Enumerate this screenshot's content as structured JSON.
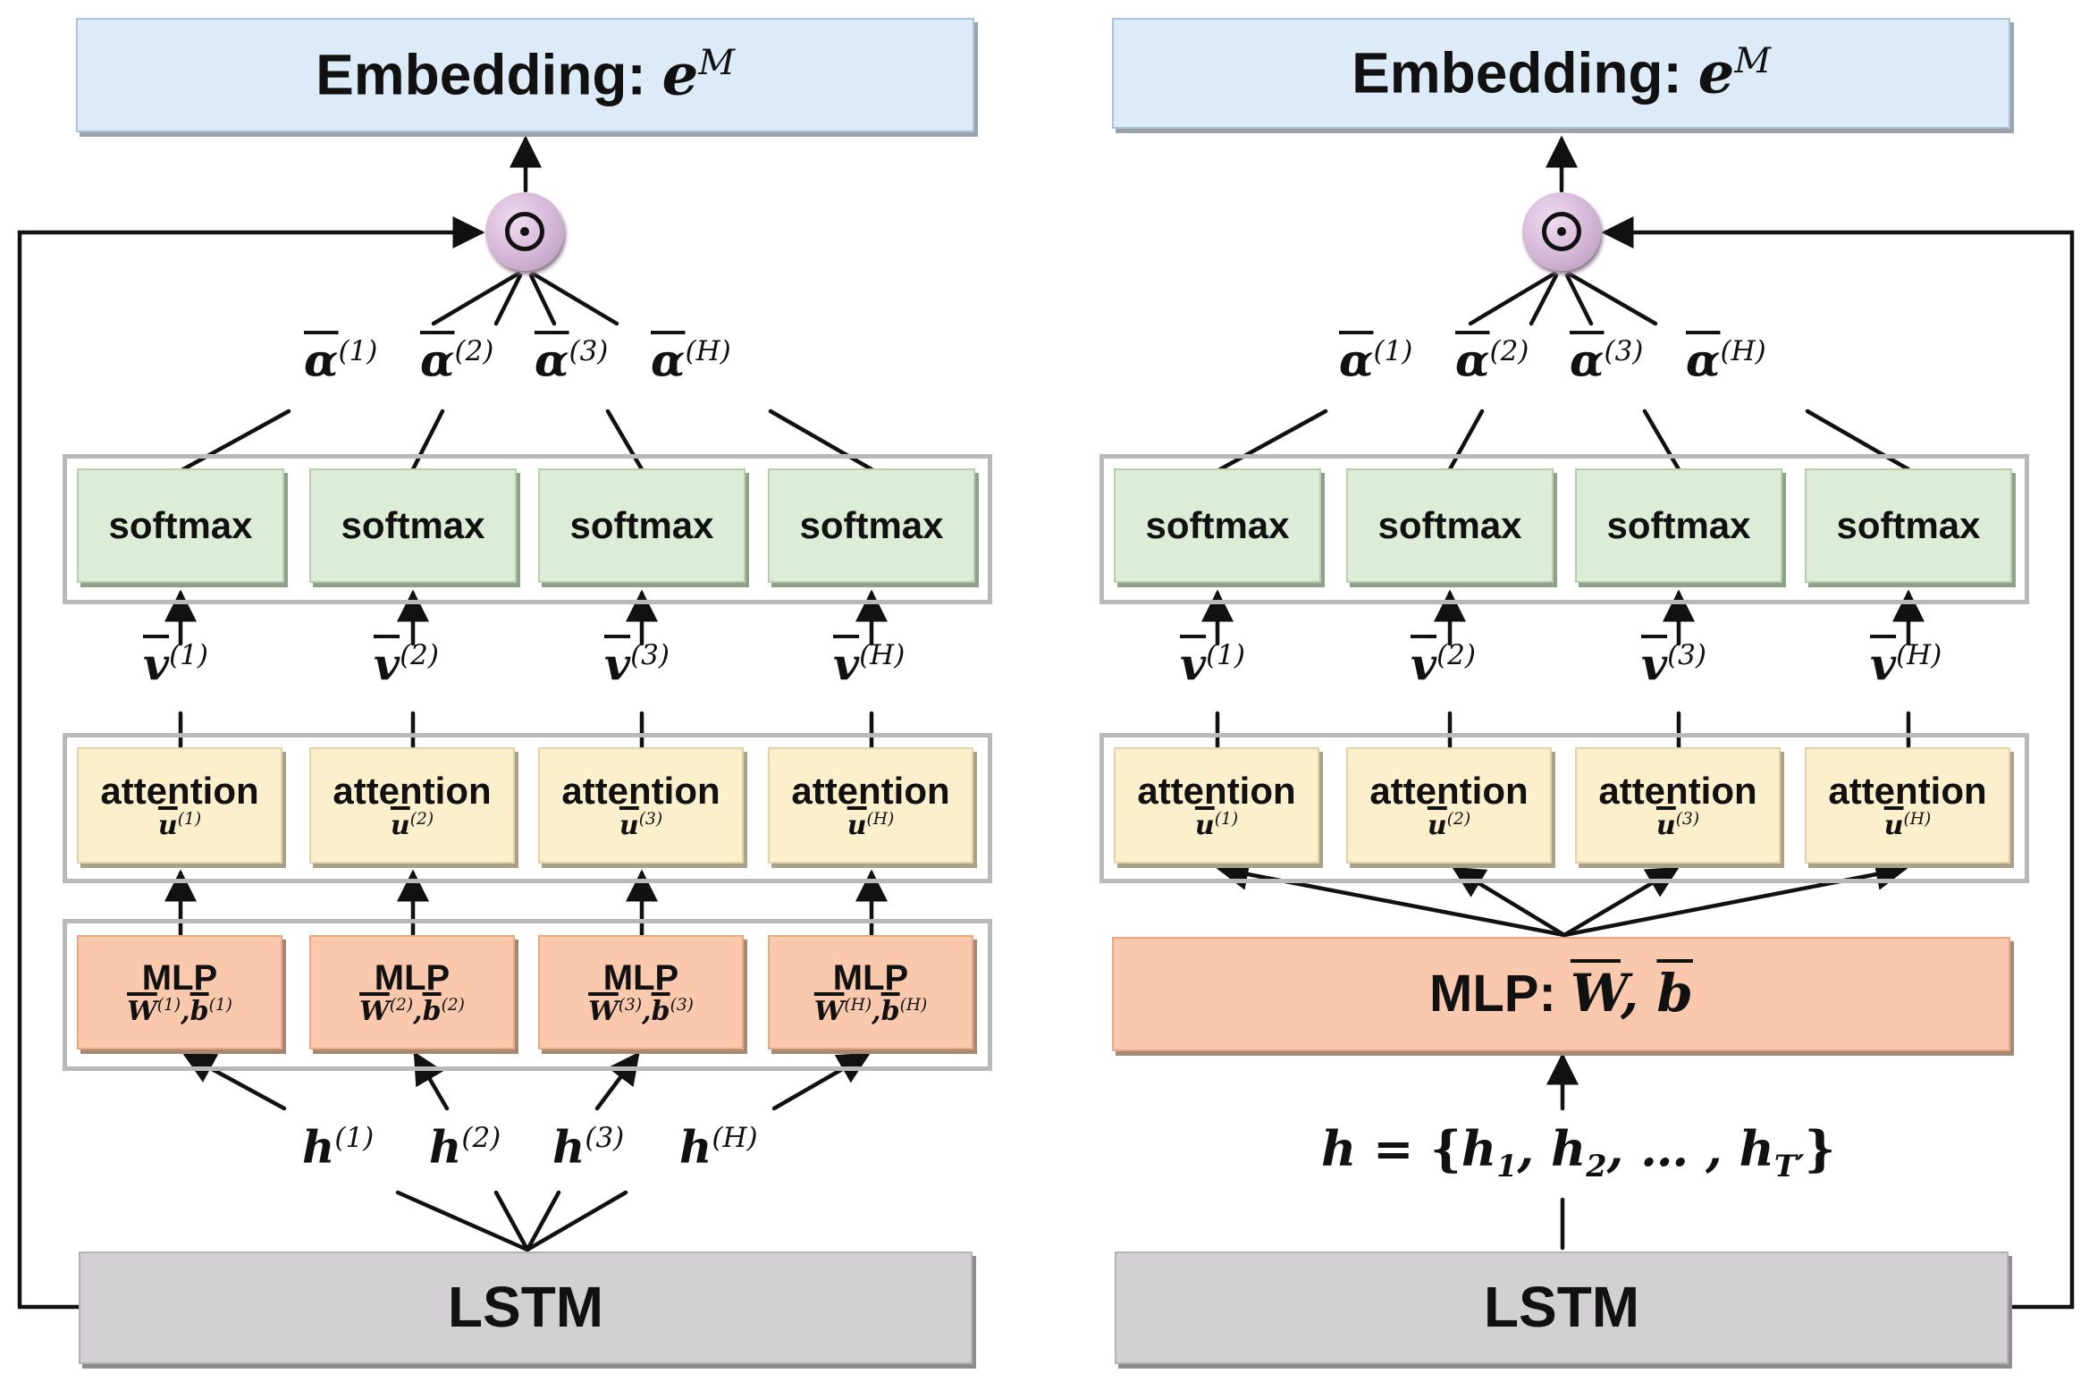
{
  "left": {
    "embedding": {
      "text": "Embedding: ",
      "var": "e",
      "sup": "M"
    },
    "lstm": "LSTM",
    "softmax": [
      "softmax",
      "softmax",
      "softmax",
      "softmax"
    ],
    "attention_label": "attention",
    "attention_vars": [
      {
        "var": "u",
        "sup": "(1)"
      },
      {
        "var": "u",
        "sup": "(2)"
      },
      {
        "var": "u",
        "sup": "(3)"
      },
      {
        "var": "u",
        "sup": "(H)"
      }
    ],
    "mlp_label": "MLP",
    "mlp_params": [
      {
        "w": "W",
        "b": "b",
        "sup": "(1)",
        "sep": ","
      },
      {
        "w": "W",
        "b": "b",
        "sup": "(2)",
        "sep": ","
      },
      {
        "w": "W",
        "b": "b",
        "sup": "(3)",
        "sep": ","
      },
      {
        "w": "W",
        "b": "b",
        "sup": "(H)",
        "sep": ","
      }
    ],
    "alpha": [
      {
        "var": "α",
        "sup": "(1)"
      },
      {
        "var": "α",
        "sup": "(2)"
      },
      {
        "var": "α",
        "sup": "(3)"
      },
      {
        "var": "α",
        "sup": "(H)"
      }
    ],
    "v": [
      {
        "var": "v",
        "sup": "(1)"
      },
      {
        "var": "v",
        "sup": "(2)"
      },
      {
        "var": "v",
        "sup": "(3)"
      },
      {
        "var": "v",
        "sup": "(H)"
      }
    ],
    "h": [
      {
        "var": "h",
        "sup": "(1)"
      },
      {
        "var": "h",
        "sup": "(2)"
      },
      {
        "var": "h",
        "sup": "(3)"
      },
      {
        "var": "h",
        "sup": "(H)"
      }
    ]
  },
  "right": {
    "embedding": {
      "text": "Embedding: ",
      "var": "e",
      "sup": "M"
    },
    "lstm": "LSTM",
    "softmax": [
      "softmax",
      "softmax",
      "softmax",
      "softmax"
    ],
    "attention_label": "attention",
    "attention_vars": [
      {
        "var": "u",
        "sup": "(1)"
      },
      {
        "var": "u",
        "sup": "(2)"
      },
      {
        "var": "u",
        "sup": "(3)"
      },
      {
        "var": "u",
        "sup": "(H)"
      }
    ],
    "mlp": {
      "text": "MLP: ",
      "w": "W",
      "sep": ", ",
      "b": "b"
    },
    "alpha": [
      {
        "var": "α",
        "sup": "(1)"
      },
      {
        "var": "α",
        "sup": "(2)"
      },
      {
        "var": "α",
        "sup": "(3)"
      },
      {
        "var": "α",
        "sup": "(H)"
      }
    ],
    "v": [
      {
        "var": "v",
        "sup": "(1)"
      },
      {
        "var": "v",
        "sup": "(2)"
      },
      {
        "var": "v",
        "sup": "(3)"
      },
      {
        "var": "v",
        "sup": "(H)"
      }
    ],
    "h_seq": {
      "lhs": "h",
      "eq": " = {",
      "h": "h",
      "sub1": "1",
      "c1": ", ",
      "sub2": "2",
      "c2": ", … , ",
      "subT": "T′",
      "close": "}"
    }
  },
  "colors": {
    "embedding": "#dcebf7",
    "softmax": "#dcecd6",
    "attention": "#fcefcb",
    "mlp": "#fac9ad",
    "lstm": "#d2d0d2",
    "odot": "#d4b5d6",
    "group_border": "#b9b9b9"
  },
  "icons": {
    "product": "odot-icon"
  }
}
